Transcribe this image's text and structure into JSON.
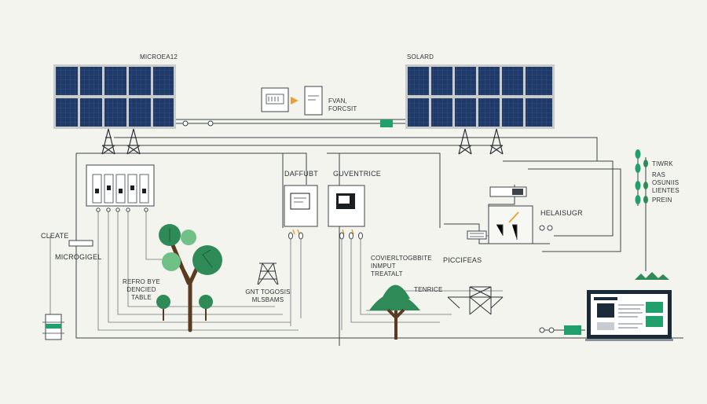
{
  "colors": {
    "background": "#f3f4ee",
    "panel_blue": "#1f3a68",
    "panel_frame": "#c9ccc8",
    "wire": "#3c4448",
    "tree_green": "#2e8b57",
    "tree_light": "#6fc187",
    "trunk": "#5a3b22",
    "accent_green": "#22a06b",
    "accent_orange": "#e8a23c"
  },
  "labels": {
    "panel_left": "MICROEA12",
    "panel_right": "SOLARD",
    "forecast": "FVAN,\nFORCSIT",
    "daffubt": "DAFFUBT",
    "guventrice": "GUVENTRICE",
    "cleate": "CLEATE",
    "microgiel": "MICROGIGEL",
    "refro": "REFRO BYE\nDENCIED\nTABLE",
    "gnt": "GNT TOGOSIS\nMLSBAMS",
    "convertors": "COVIERLTOGBBITE\nINMPUT\nTREATALT",
    "tenrice": "TENRICE",
    "piccifeas": "PICCIFEAS",
    "helaisugr": "HELAISUGR",
    "tiwrk": "TIWRK",
    "ras": "RAS\nOSUNIIS\nLIENTES",
    "prein": "PREIN"
  },
  "icons": {
    "solar_panel": "solar-panel-icon",
    "inverter": "inverter-icon",
    "battery": "battery-icon",
    "tree": "tree-icon",
    "monitor": "monitor-icon",
    "tower": "transmission-tower-icon",
    "sensor": "sensor-node-icon"
  }
}
